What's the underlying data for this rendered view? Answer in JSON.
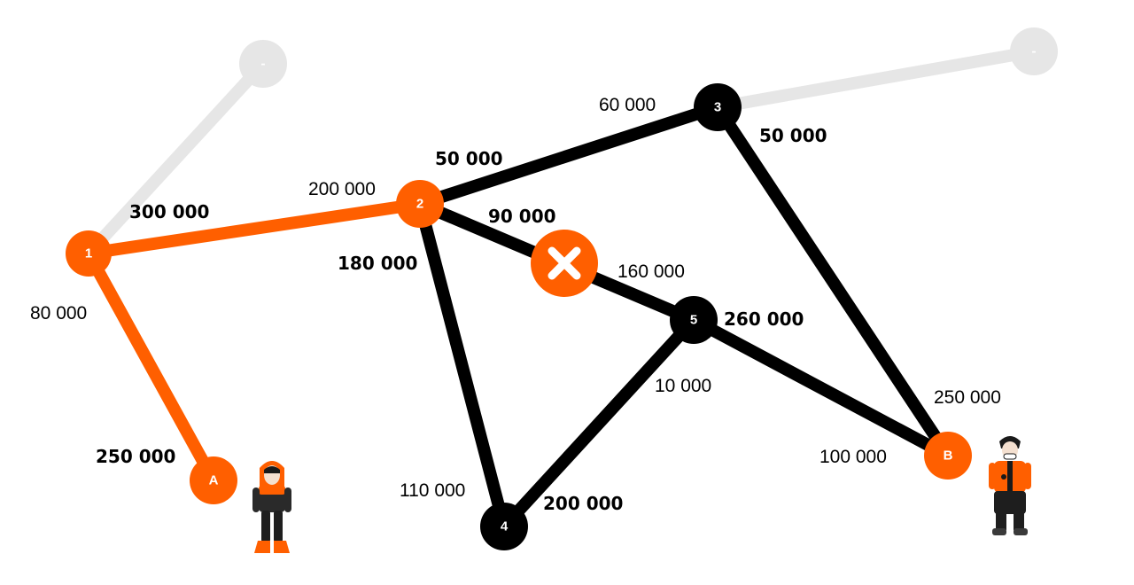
{
  "colors": {
    "active": "#ff5f00",
    "normal": "#000000",
    "inactive": "#e6e6e6",
    "node_text": "#ffffff",
    "inactive_text": "#ffffff"
  },
  "nodes": [
    {
      "id": "1",
      "label": "1",
      "state": "active"
    },
    {
      "id": "2",
      "label": "2",
      "state": "active"
    },
    {
      "id": "3",
      "label": "3",
      "state": "normal"
    },
    {
      "id": "4",
      "label": "4",
      "state": "normal"
    },
    {
      "id": "5",
      "label": "5",
      "state": "normal"
    },
    {
      "id": "A",
      "label": "A",
      "state": "active"
    },
    {
      "id": "B",
      "label": "B",
      "state": "active"
    },
    {
      "id": "G1",
      "label": "-",
      "state": "inactive"
    },
    {
      "id": "G2",
      "label": "-",
      "state": "inactive"
    }
  ],
  "edges": [
    {
      "id": "1-G1",
      "from": "1",
      "to": "G1",
      "state": "inactive"
    },
    {
      "id": "3-G2",
      "from": "3",
      "to": "G2",
      "state": "inactive"
    },
    {
      "id": "1-A",
      "from": "1",
      "to": "A",
      "state": "active"
    },
    {
      "id": "1-2",
      "from": "1",
      "to": "2",
      "state": "active"
    },
    {
      "id": "2-3",
      "from": "2",
      "to": "3",
      "state": "normal"
    },
    {
      "id": "2-5",
      "from": "2",
      "to": "5",
      "state": "blocked"
    },
    {
      "id": "2-4",
      "from": "2",
      "to": "4",
      "state": "normal"
    },
    {
      "id": "3-B",
      "from": "3",
      "to": "B",
      "state": "normal"
    },
    {
      "id": "5-4",
      "from": "5",
      "to": "4",
      "state": "normal"
    },
    {
      "id": "5-B",
      "from": "5",
      "to": "B",
      "state": "normal"
    }
  ],
  "blocked_marker": {
    "edge": "2-5",
    "symbol": "✕"
  },
  "labels": [
    {
      "id": "l-300000",
      "text": "300 000",
      "bold": true
    },
    {
      "id": "l-80000",
      "text": "80 000",
      "bold": false
    },
    {
      "id": "l-250000a",
      "text": "250 000",
      "bold": true
    },
    {
      "id": "l-200000-2",
      "text": "200 000",
      "bold": false
    },
    {
      "id": "l-180000",
      "text": "180 000",
      "bold": true
    },
    {
      "id": "l-50000-23",
      "text": "50 000",
      "bold": true
    },
    {
      "id": "l-60000",
      "text": "60 000",
      "bold": false
    },
    {
      "id": "l-50000-3b",
      "text": "50 000",
      "bold": true
    },
    {
      "id": "l-90000",
      "text": "90 000",
      "bold": true
    },
    {
      "id": "l-160000",
      "text": "160 000",
      "bold": false
    },
    {
      "id": "l-260000",
      "text": "260 000",
      "bold": true
    },
    {
      "id": "l-10000",
      "text": "10 000",
      "bold": false
    },
    {
      "id": "l-110000",
      "text": "110 000",
      "bold": false
    },
    {
      "id": "l-200000-4",
      "text": "200 000",
      "bold": true
    },
    {
      "id": "l-250000b",
      "text": "250 000",
      "bold": false
    },
    {
      "id": "l-100000",
      "text": "100 000",
      "bold": false
    }
  ],
  "characters": [
    {
      "id": "char-A",
      "near": "A",
      "colors": {
        "hood": "#ff5f00",
        "suit": "#222222",
        "accent": "#ff5f00"
      }
    },
    {
      "id": "char-B",
      "near": "B",
      "colors": {
        "hood": "#ff5f00",
        "suit": "#222222",
        "accent": "#ff5f00"
      }
    }
  ]
}
